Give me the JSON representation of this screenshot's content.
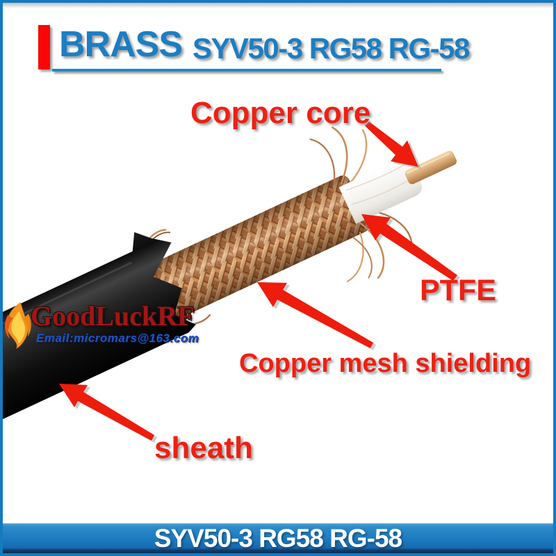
{
  "header": {
    "brand": "BRASS",
    "model": "SYV50-3 RG58 RG-58"
  },
  "annotations": {
    "copper_core": "Copper core",
    "ptfe": "PTFE",
    "copper_mesh_shielding": "Copper mesh shielding",
    "sheath": "sheath"
  },
  "watermark": {
    "brand": "GoodLuckRF",
    "email": "Email:micromars@163.com",
    "icon": "phoenix-flame-icon"
  },
  "footer": {
    "model": "SYV50-3 RG58 RG-58"
  },
  "colors": {
    "brand_blue": "#1b7ec4",
    "underline_blue": "#1e8ac2",
    "red_bar": "#fb0606",
    "annotation_red": "#ee2013",
    "arrow_red": "#ee1c0c",
    "watermark_red": "#a31515",
    "watermark_email_blue": "#1d55c8",
    "footer_blue": "#1b79c0",
    "copper_braid": "#b06f42",
    "copper_core": "#dcb182",
    "ptfe_white": "#f4f3f0",
    "sheath_black": "#141414",
    "frame_border_blue": "#157bbf"
  }
}
